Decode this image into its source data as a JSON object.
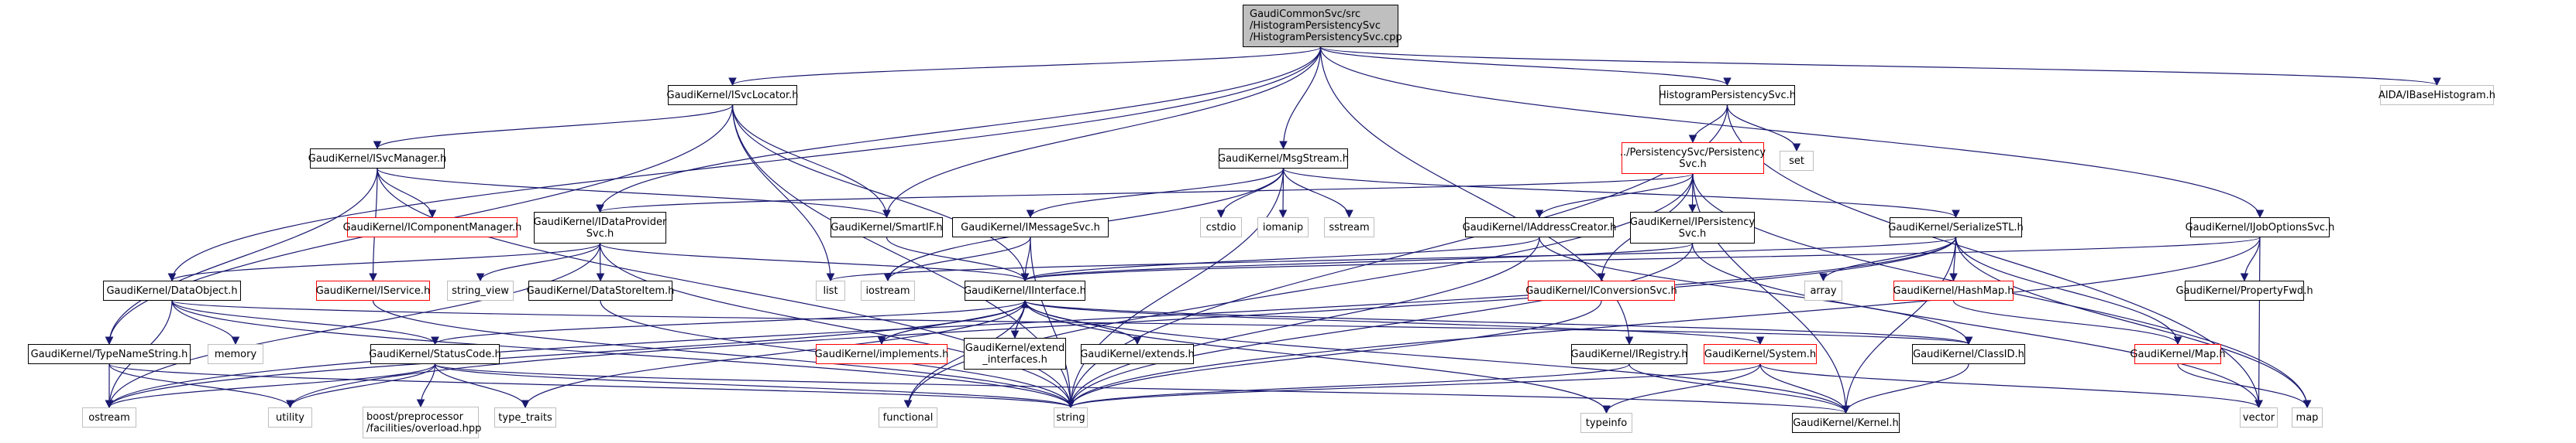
{
  "diagram": {
    "title": "Include dependency graph for HistogramPersistencySvc.cpp",
    "edge_color": "#191970",
    "legend_colors": {
      "root_fill": "#bfbfbf",
      "documented_border": "#000000",
      "system_border": "#bfbfbf",
      "undocumented_border": "#ff0000"
    },
    "nodes": [
      {
        "id": "root",
        "label": "GaudiCommonSvc/src\n/HistogramPersistencySvc\n/HistogramPersistencySvc.cpp",
        "kind": "root"
      },
      {
        "id": "isvclocator",
        "label": "GaudiKernel/ISvcLocator.h",
        "kind": "internal"
      },
      {
        "id": "histsvc_h",
        "label": "HistogramPersistencySvc.h",
        "kind": "internal"
      },
      {
        "id": "aida",
        "label": "AIDA/IBaseHistogram.h",
        "kind": "external"
      },
      {
        "id": "isvcmanager",
        "label": "GaudiKernel/ISvcManager.h",
        "kind": "internal"
      },
      {
        "id": "msgstream",
        "label": "GaudiKernel/MsgStream.h",
        "kind": "internal"
      },
      {
        "id": "persistencysvc",
        "label": "../PersistencySvc/Persistency\nSvc.h",
        "kind": "missing"
      },
      {
        "id": "set",
        "label": "set",
        "kind": "external"
      },
      {
        "id": "icomponentmanager",
        "label": "GaudiKernel/IComponentManager.h",
        "kind": "missing"
      },
      {
        "id": "idataprovidersvc",
        "label": "GaudiKernel/IDataProvider\nSvc.h",
        "kind": "internal"
      },
      {
        "id": "smartif",
        "label": "GaudiKernel/SmartIF.h",
        "kind": "internal"
      },
      {
        "id": "imessagesvc",
        "label": "GaudiKernel/IMessageSvc.h",
        "kind": "internal"
      },
      {
        "id": "cstdio",
        "label": "cstdio",
        "kind": "external"
      },
      {
        "id": "iomanip",
        "label": "iomanip",
        "kind": "external"
      },
      {
        "id": "sstream",
        "label": "sstream",
        "kind": "external"
      },
      {
        "id": "iaddresscreator",
        "label": "GaudiKernel/IAddressCreator.h",
        "kind": "internal"
      },
      {
        "id": "ipersistencysvc",
        "label": "GaudiKernel/IPersistency\nSvc.h",
        "kind": "internal"
      },
      {
        "id": "serializestl",
        "label": "GaudiKernel/SerializeSTL.h",
        "kind": "internal"
      },
      {
        "id": "ijoboptionssvc",
        "label": "GaudiKernel/IJobOptionsSvc.h",
        "kind": "internal"
      },
      {
        "id": "dataobject",
        "label": "GaudiKernel/DataObject.h",
        "kind": "internal"
      },
      {
        "id": "iservice",
        "label": "GaudiKernel/IService.h",
        "kind": "missing"
      },
      {
        "id": "string_view",
        "label": "string_view",
        "kind": "external"
      },
      {
        "id": "datastoreitem",
        "label": "GaudiKernel/DataStoreItem.h",
        "kind": "internal"
      },
      {
        "id": "list",
        "label": "list",
        "kind": "external"
      },
      {
        "id": "iostream",
        "label": "iostream",
        "kind": "external"
      },
      {
        "id": "iinterface",
        "label": "GaudiKernel/IInterface.h",
        "kind": "internal"
      },
      {
        "id": "iconversionsvc",
        "label": "GaudiKernel/IConversionSvc.h",
        "kind": "missing"
      },
      {
        "id": "array",
        "label": "array",
        "kind": "external"
      },
      {
        "id": "hashmap",
        "label": "GaudiKernel/HashMap.h",
        "kind": "missing"
      },
      {
        "id": "propertyfwd",
        "label": "GaudiKernel/PropertyFwd.h",
        "kind": "internal"
      },
      {
        "id": "typenamestring",
        "label": "GaudiKernel/TypeNameString.h",
        "kind": "internal"
      },
      {
        "id": "memory",
        "label": "memory",
        "kind": "external"
      },
      {
        "id": "statuscode",
        "label": "GaudiKernel/StatusCode.h",
        "kind": "internal"
      },
      {
        "id": "implements",
        "label": "GaudiKernel/implements.h",
        "kind": "missing"
      },
      {
        "id": "extend_interfaces",
        "label": "GaudiKernel/extend\n_interfaces.h",
        "kind": "internal"
      },
      {
        "id": "extends",
        "label": "GaudiKernel/extends.h",
        "kind": "internal"
      },
      {
        "id": "iregistry",
        "label": "GaudiKernel/IRegistry.h",
        "kind": "internal"
      },
      {
        "id": "system",
        "label": "GaudiKernel/System.h",
        "kind": "missing"
      },
      {
        "id": "classid",
        "label": "GaudiKernel/ClassID.h",
        "kind": "internal"
      },
      {
        "id": "map_h",
        "label": "GaudiKernel/Map.h",
        "kind": "missing"
      },
      {
        "id": "ostream",
        "label": "ostream",
        "kind": "external"
      },
      {
        "id": "utility",
        "label": "utility",
        "kind": "external"
      },
      {
        "id": "boost_overload",
        "label": "boost/preprocessor\n/facilities/overload.hpp",
        "kind": "external"
      },
      {
        "id": "type_traits",
        "label": "type_traits",
        "kind": "external"
      },
      {
        "id": "functional",
        "label": "functional",
        "kind": "external"
      },
      {
        "id": "string",
        "label": "string",
        "kind": "external"
      },
      {
        "id": "typeinfo",
        "label": "typeinfo",
        "kind": "external"
      },
      {
        "id": "kernel",
        "label": "GaudiKernel/Kernel.h",
        "kind": "internal"
      },
      {
        "id": "vector",
        "label": "vector",
        "kind": "external"
      },
      {
        "id": "map",
        "label": "map",
        "kind": "external"
      }
    ],
    "edges": [
      [
        "root",
        "isvclocator"
      ],
      [
        "root",
        "histsvc_h"
      ],
      [
        "root",
        "aida"
      ],
      [
        "root",
        "msgstream"
      ],
      [
        "root",
        "idataprovidersvc"
      ],
      [
        "root",
        "smartif"
      ],
      [
        "root",
        "dataobject"
      ],
      [
        "root",
        "ijoboptionssvc"
      ],
      [
        "root",
        "iregistry"
      ],
      [
        "isvclocator",
        "isvcmanager"
      ],
      [
        "isvclocator",
        "smartif"
      ],
      [
        "isvclocator",
        "iinterface"
      ],
      [
        "isvclocator",
        "list"
      ],
      [
        "isvclocator",
        "string"
      ],
      [
        "isvclocator",
        "typenamestring"
      ],
      [
        "isvcmanager",
        "icomponentmanager"
      ],
      [
        "isvcmanager",
        "iservice"
      ],
      [
        "isvcmanager",
        "smartif"
      ],
      [
        "isvcmanager",
        "typenamestring"
      ],
      [
        "isvcmanager",
        "string"
      ],
      [
        "histsvc_h",
        "persistencysvc"
      ],
      [
        "histsvc_h",
        "set"
      ],
      [
        "histsvc_h",
        "string"
      ],
      [
        "histsvc_h",
        "vector"
      ],
      [
        "persistencysvc",
        "iaddresscreator"
      ],
      [
        "persistencysvc",
        "ipersistencysvc"
      ],
      [
        "persistencysvc",
        "iconversionsvc"
      ],
      [
        "persistencysvc",
        "idataprovidersvc"
      ],
      [
        "persistencysvc",
        "kernel"
      ],
      [
        "persistencysvc",
        "functional"
      ],
      [
        "persistencysvc",
        "map"
      ],
      [
        "msgstream",
        "cstdio"
      ],
      [
        "msgstream",
        "iomanip"
      ],
      [
        "msgstream",
        "sstream"
      ],
      [
        "msgstream",
        "imessagesvc"
      ],
      [
        "msgstream",
        "serializestl"
      ],
      [
        "msgstream",
        "string"
      ],
      [
        "msgstream",
        "iostream"
      ],
      [
        "idataprovidersvc",
        "string_view"
      ],
      [
        "idataprovidersvc",
        "datastoreitem"
      ],
      [
        "idataprovidersvc",
        "dataobject"
      ],
      [
        "idataprovidersvc",
        "iinterface"
      ],
      [
        "idataprovidersvc",
        "string"
      ],
      [
        "idataprovidersvc",
        "ostream"
      ],
      [
        "smartif",
        "iinterface"
      ],
      [
        "imessagesvc",
        "iinterface"
      ],
      [
        "imessagesvc",
        "iostream"
      ],
      [
        "imessagesvc",
        "string"
      ],
      [
        "iaddresscreator",
        "iinterface"
      ],
      [
        "iaddresscreator",
        "string"
      ],
      [
        "iaddresscreator",
        "classid"
      ],
      [
        "ipersistencysvc",
        "iinterface"
      ],
      [
        "ipersistencysvc",
        "string"
      ],
      [
        "ipersistencysvc",
        "vector"
      ],
      [
        "serializestl",
        "array"
      ],
      [
        "serializestl",
        "hashmap"
      ],
      [
        "serializestl",
        "map_h"
      ],
      [
        "serializestl",
        "list"
      ],
      [
        "serializestl",
        "map"
      ],
      [
        "serializestl",
        "ostream"
      ],
      [
        "serializestl",
        "utility"
      ],
      [
        "serializestl",
        "kernel"
      ],
      [
        "ijoboptionssvc",
        "propertyfwd"
      ],
      [
        "ijoboptionssvc",
        "iinterface"
      ],
      [
        "ijoboptionssvc",
        "vector"
      ],
      [
        "ijoboptionssvc",
        "string"
      ],
      [
        "dataobject",
        "memory"
      ],
      [
        "dataobject",
        "ostream"
      ],
      [
        "dataobject",
        "statuscode"
      ],
      [
        "dataobject",
        "classid"
      ],
      [
        "dataobject",
        "string"
      ],
      [
        "iservice",
        "string"
      ],
      [
        "datastoreitem",
        "string"
      ],
      [
        "iinterface",
        "implements"
      ],
      [
        "iinterface",
        "extend_interfaces"
      ],
      [
        "iinterface",
        "extends"
      ],
      [
        "iinterface",
        "statuscode"
      ],
      [
        "iinterface",
        "system"
      ],
      [
        "iinterface",
        "kernel"
      ],
      [
        "iinterface",
        "classid"
      ],
      [
        "iinterface",
        "ostream"
      ],
      [
        "iinterface",
        "type_traits"
      ],
      [
        "iinterface",
        "typeinfo"
      ],
      [
        "iinterface",
        "functional"
      ],
      [
        "implements",
        "iinterface"
      ],
      [
        "extend_interfaces",
        "iinterface"
      ],
      [
        "extends",
        "iinterface"
      ],
      [
        "iconversionsvc",
        "string"
      ],
      [
        "hashmap",
        "map_h"
      ],
      [
        "map_h",
        "map"
      ],
      [
        "typenamestring",
        "ostream"
      ],
      [
        "typenamestring",
        "utility"
      ],
      [
        "typenamestring",
        "string"
      ],
      [
        "statuscode",
        "ostream"
      ],
      [
        "statuscode",
        "utility"
      ],
      [
        "statuscode",
        "boost_overload"
      ],
      [
        "statuscode",
        "type_traits"
      ],
      [
        "statuscode",
        "kernel"
      ],
      [
        "statuscode",
        "string"
      ],
      [
        "iregistry",
        "string"
      ],
      [
        "iregistry",
        "kernel"
      ],
      [
        "system",
        "kernel"
      ],
      [
        "system",
        "typeinfo"
      ],
      [
        "system",
        "string"
      ],
      [
        "system",
        "vector"
      ],
      [
        "classid",
        "kernel"
      ]
    ]
  }
}
